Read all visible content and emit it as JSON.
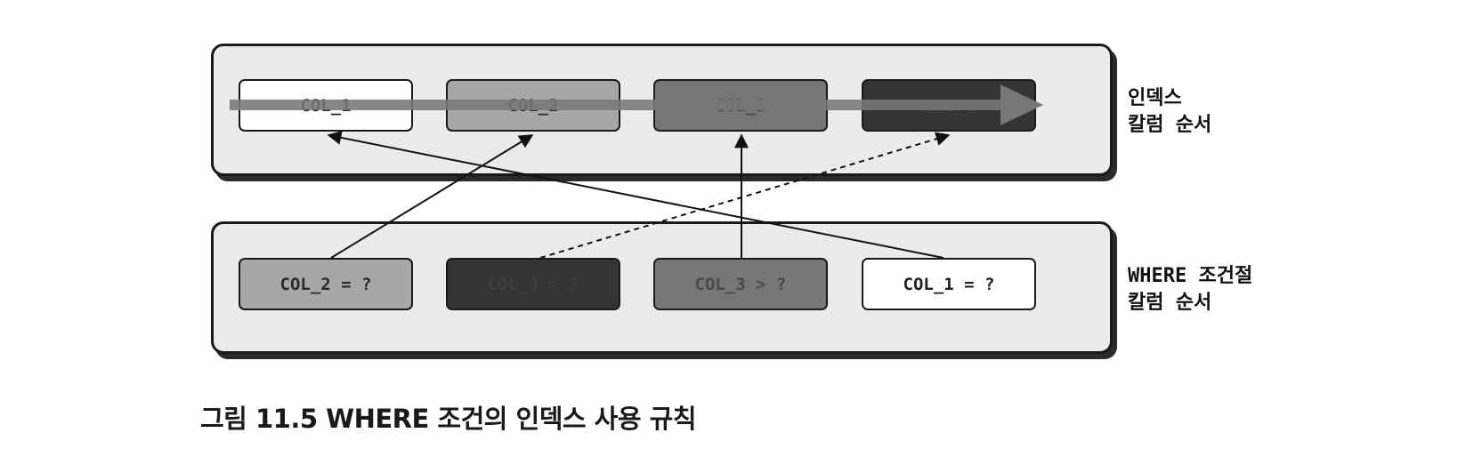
{
  "index_row": {
    "label": [
      "인덱스",
      "칼럼 순서"
    ],
    "columns": [
      "COL_1",
      "COL_2",
      "COL_3",
      "COL_4"
    ]
  },
  "where_row": {
    "label": [
      "WHERE 조건절",
      "칼럼 순서"
    ],
    "conditions": [
      "COL_2 = ?",
      "COL_4 = ?",
      "COL_3 > ?",
      "COL_1 = ?"
    ]
  },
  "caption": "그림 11.5 WHERE 조건의 인덱스 사용 규칙",
  "colors": {
    "panel": "#ebebeb",
    "band": "#777777",
    "level_1": "#ffffff",
    "level_2": "#a7a7a7",
    "level_3": "#767676",
    "level_4": "#343434"
  },
  "links": [
    {
      "from": "COL_2 = ?",
      "to": "COL_2",
      "style": "solid"
    },
    {
      "from": "COL_4 = ?",
      "to": "COL_4",
      "style": "dashed"
    },
    {
      "from": "COL_3 > ?",
      "to": "COL_3",
      "style": "solid"
    },
    {
      "from": "COL_1 = ?",
      "to": "COL_1",
      "style": "solid"
    }
  ]
}
